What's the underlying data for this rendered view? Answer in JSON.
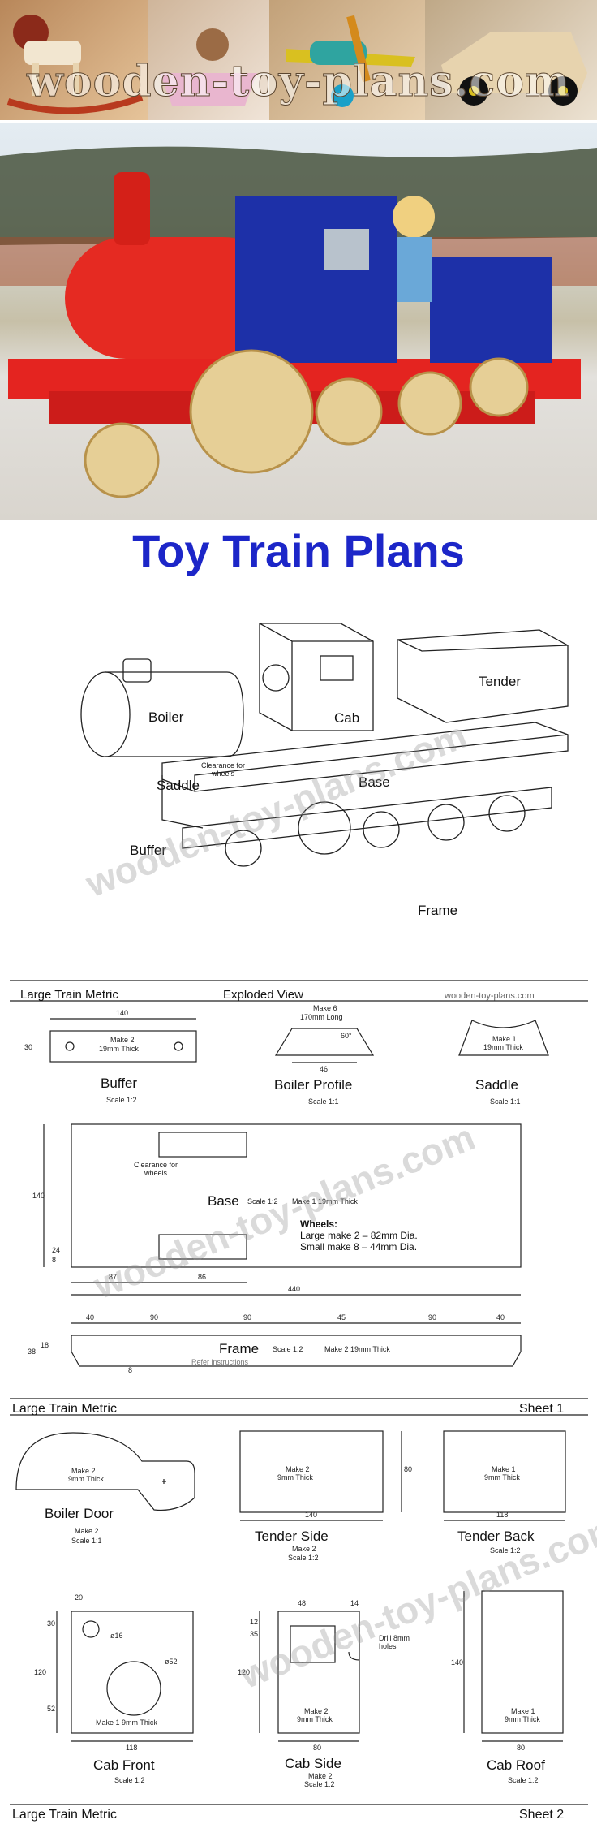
{
  "header": {
    "brand": "wooden-toy-plans.com",
    "tiles": [
      "rocking-horse",
      "doll-cradle",
      "toy-plane",
      "toy-car"
    ]
  },
  "title": "Toy Train Plans",
  "exploded": {
    "labels": {
      "boiler": "Boiler",
      "cab": "Cab",
      "tender": "Tender",
      "saddle": "Saddle",
      "base": "Base",
      "buffer": "Buffer",
      "frame": "Frame",
      "clearance": "Clearance for wheels"
    },
    "watermark": "wooden-toy-plans.com"
  },
  "sheet1": {
    "header_left": "Large Train Metric",
    "header_mid": "Exploded View",
    "header_right": "wooden-toy-plans.com",
    "buffer": {
      "name": "Buffer",
      "scale": "Scale 1:2",
      "note1": "Make 2",
      "note2": "19mm Thick",
      "w": "140",
      "h": "30"
    },
    "boiler_profile": {
      "name": "Boiler Profile",
      "scale": "Scale 1:1",
      "note1": "Make 6",
      "note2": "170mm Long",
      "angle": "60°",
      "w": "46"
    },
    "saddle": {
      "name": "Saddle",
      "scale": "Scale 1:1",
      "note1": "Make 1",
      "note2": "19mm Thick"
    },
    "base": {
      "name": "Base",
      "scale": "Scale 1:2",
      "note": "Make 1  19mm Thick",
      "clearance": "Clearance for wheels",
      "wheels_title": "Wheels:",
      "wheels_1": "Large make 2 – 82mm Dia.",
      "wheels_2": "Small make 8 – 44mm Dia.",
      "h": "140",
      "d1": "87",
      "d2": "86",
      "w": "440",
      "s1": "24",
      "s2": "8"
    },
    "frame": {
      "name": "Frame",
      "scale": "Scale 1:2",
      "note": "Make 2  19mm Thick",
      "refer": "Refer instructions",
      "dims": [
        "40",
        "90",
        "90",
        "45",
        "90",
        "40"
      ],
      "h1": "38",
      "h2": "18",
      "s": "8"
    },
    "footer_left": "Large Train Metric",
    "footer_right": "Sheet 1"
  },
  "sheet2": {
    "boiler_door": {
      "name": "Boiler Door",
      "note1": "Make 2",
      "note2": "9mm Thick",
      "make": "Make 2",
      "scale": "Scale 1:1"
    },
    "tender_side": {
      "name": "Tender Side",
      "note1": "Make 2",
      "note2": "9mm Thick",
      "make": "Make 2",
      "scale": "Scale 1:2",
      "w": "140",
      "h": "80"
    },
    "tender_back": {
      "name": "Tender Back",
      "note1": "Make 1",
      "note2": "9mm Thick",
      "scale": "Scale 1:2",
      "w": "118"
    },
    "cab_front": {
      "name": "Cab Front",
      "note": "Make 1  9mm Thick",
      "scale": "Scale 1:2",
      "w": "118",
      "h": "120",
      "d1": "20",
      "d2": "30",
      "d3": "52",
      "hole1": "ø16",
      "hole2": "ø52"
    },
    "cab_side": {
      "name": "Cab Side",
      "note1": "Make 2",
      "note2": "9mm Thick",
      "make": "Make 2",
      "scale": "Scale 1:2",
      "w": "80",
      "h": "120",
      "t1": "48",
      "t2": "14",
      "s1": "35",
      "s2": "12",
      "drill": "Drill 8mm holes"
    },
    "cab_roof": {
      "name": "Cab Roof",
      "note1": "Make 1",
      "note2": "9mm Thick",
      "scale": "Scale 1:2",
      "w": "80",
      "h": "140"
    },
    "footer_left": "Large Train Metric",
    "footer_right": "Sheet 2"
  }
}
